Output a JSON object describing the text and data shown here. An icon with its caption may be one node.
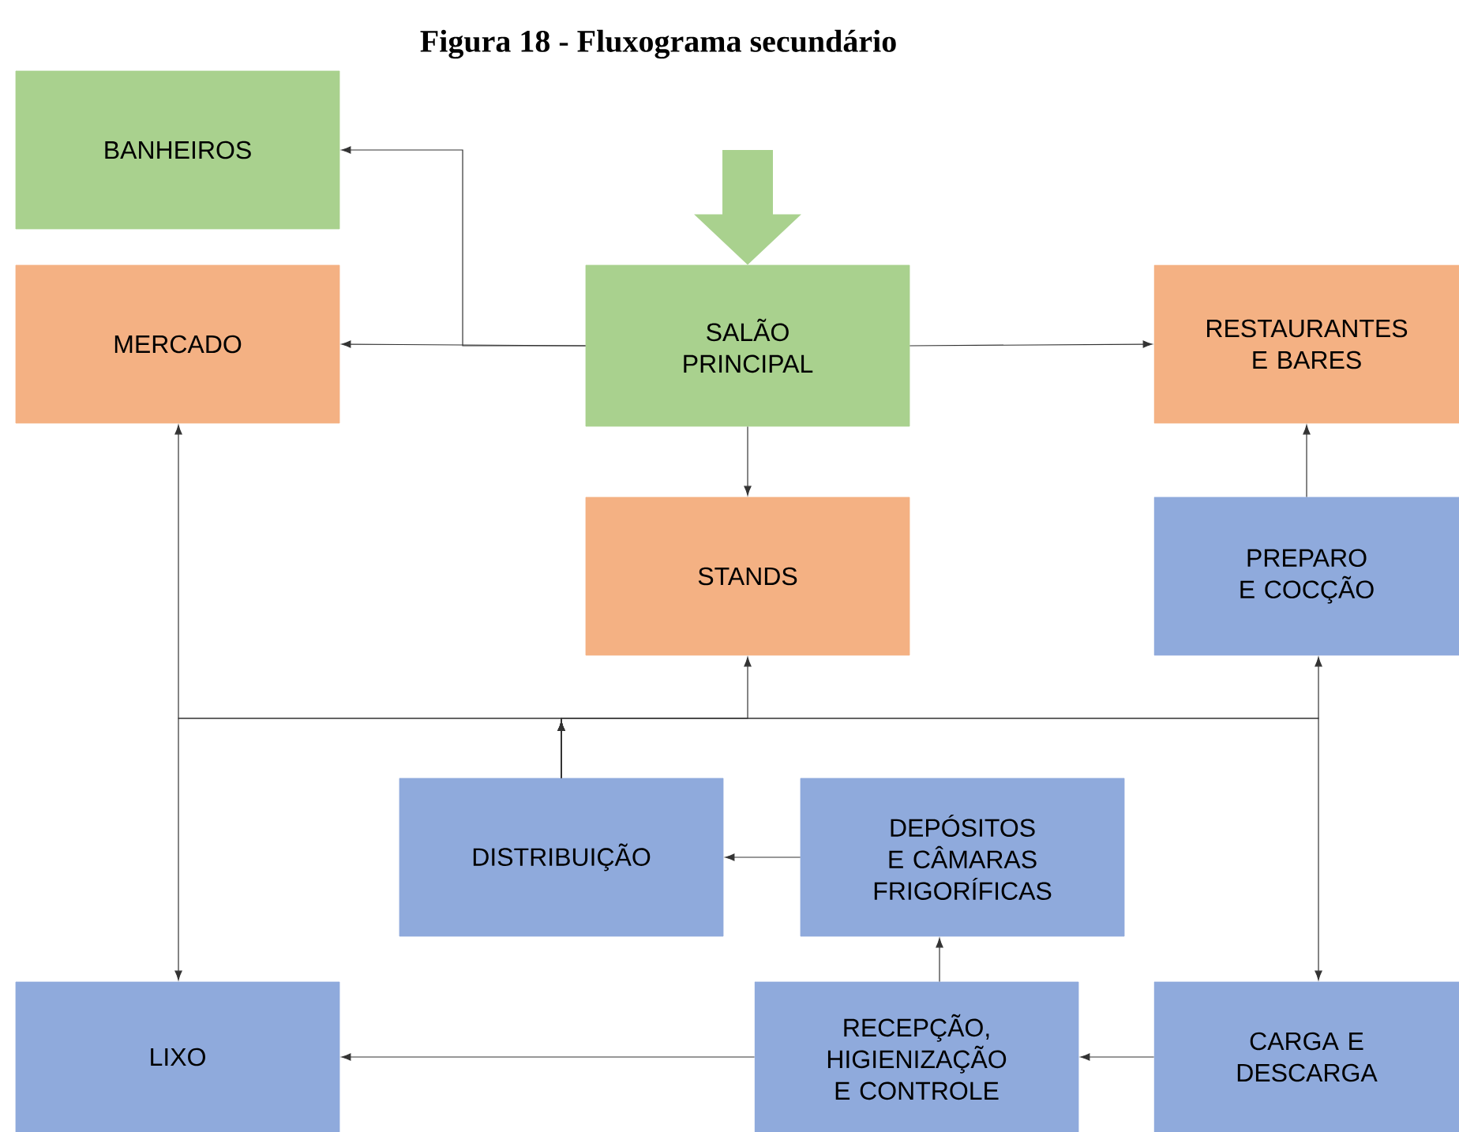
{
  "diagram": {
    "title": "Figura 18 - Fluxograma secundário",
    "nodes": [
      {
        "text": [
          "BANHEIROS"
        ]
      },
      {
        "text": [
          "MERCADO"
        ]
      },
      {
        "text": [
          "SALÃO PRINCIPAL"
        ]
      },
      {
        "text": [
          "RESTAURANTES E BARES"
        ]
      },
      {
        "text": [
          "STANDS"
        ]
      },
      {
        "text": [
          "PREPARO E COCÇÃO"
        ]
      },
      {
        "text": [
          "DISTRIBUIÇÃO"
        ]
      },
      {
        "text": [
          "DEPÓSITOS E CÂMARAS FRIGORÍFICAS"
        ]
      },
      {
        "text": [
          "LIXO"
        ]
      },
      {
        "text": [
          "RECEPÇÃO, HIGIENIZAÇÃO E CONTROLE"
        ]
      },
      {
        "text": [
          "CARGA E DESCARGA"
        ]
      }
    ],
    "edges": [
      {
        "from": null,
        "to": 2,
        "arrow": "to",
        "style": "thick",
        "color": "#a9d18e"
      },
      {
        "from": 2,
        "to": 0,
        "arrow": "to"
      },
      {
        "from": 2,
        "to": 1,
        "arrow": "to"
      },
      {
        "from": 2,
        "to": 3,
        "arrow": "to"
      },
      {
        "from": 2,
        "to": 4,
        "arrow": "to"
      },
      {
        "from": 5,
        "to": 3,
        "arrow": "to"
      },
      {
        "from": 6,
        "to": 1,
        "arrow": "to"
      },
      {
        "from": 6,
        "to": 4,
        "arrow": "to"
      },
      {
        "from": 6,
        "to": 5,
        "arrow": "to"
      },
      {
        "from": 6,
        "to": 8,
        "arrow": "to"
      },
      {
        "from": 6,
        "to": 10,
        "arrow": "to"
      },
      {
        "from": 7,
        "to": 6,
        "arrow": "to"
      },
      {
        "from": 9,
        "to": 7,
        "arrow": "to"
      },
      {
        "from": 10,
        "to": 9,
        "arrow": "to"
      },
      {
        "from": 9,
        "to": 8,
        "arrow": "to"
      }
    ]
  }
}
